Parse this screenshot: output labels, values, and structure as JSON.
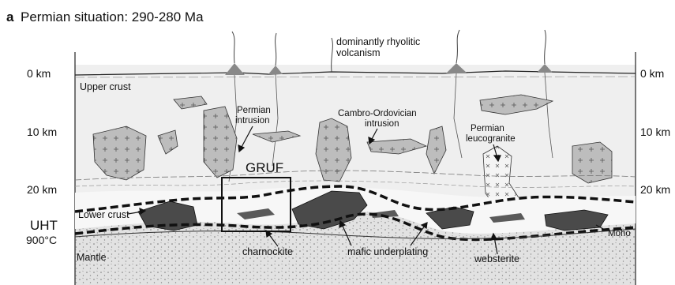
{
  "panel": {
    "letter": "a",
    "title": "Permian situation: 290-280 Ma"
  },
  "depth_scale": {
    "left": [
      "0 km",
      "10 km",
      "20 km"
    ],
    "right": [
      "0 km",
      "10 km",
      "20 km"
    ]
  },
  "labels": {
    "volcanism_line1": "dominantly rhyolitic",
    "volcanism_line2": "volcanism",
    "upper_crust": "Upper crust",
    "permian_intrusion_line1": "Permian",
    "permian_intrusion_line2": "intrusion",
    "cambro_line1": "Cambro-Ordovician",
    "cambro_line2": "intrusion",
    "leucogranite_line1": "Permian",
    "leucogranite_line2": "leucogranite",
    "gruf": "GRUF",
    "lower_crust": "Lower crust",
    "uht": "UHT",
    "uht_temp": "900°C",
    "mantle": "Mantle",
    "moho": "Moho",
    "charnockite": "charnockite",
    "mafic_underplating": "mafic underplating",
    "websterite": "websterite"
  },
  "colors": {
    "upper_crust": "#efefef",
    "intrusion": "#bdbdbd",
    "mafic": "#4a4a4a",
    "mantle": "#dedede",
    "line": "#222222"
  }
}
